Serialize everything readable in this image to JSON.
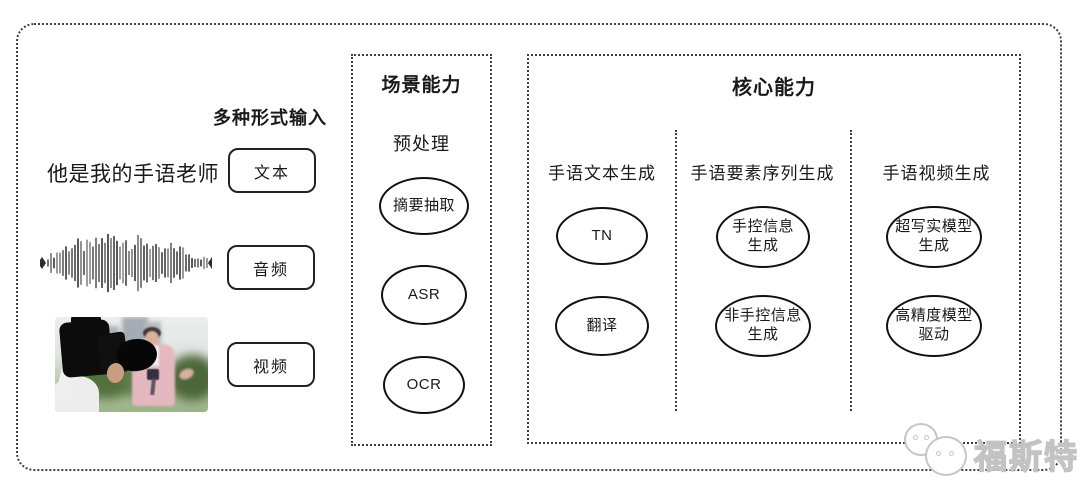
{
  "input_section": {
    "heading": "多种形式输入",
    "sample_text": "他是我的手语老师",
    "items": [
      {
        "label": "文本"
      },
      {
        "label": "音频"
      },
      {
        "label": "视频"
      }
    ]
  },
  "scene_panel": {
    "title": "场景能力",
    "subtitle": "预处理",
    "nodes": [
      "摘要抽取",
      "ASR",
      "OCR"
    ]
  },
  "core_panel": {
    "title": "核心能力",
    "columns": [
      {
        "header": "手语文本生成",
        "nodes": [
          "TN",
          "翻译"
        ]
      },
      {
        "header": "手语要素序列生成",
        "nodes": [
          "手控信息\n生成",
          "非手控信息\n生成"
        ]
      },
      {
        "header": "手语视频生成",
        "nodes": [
          "超写实模型\n生成",
          "高精度模型\n驱动"
        ]
      }
    ]
  },
  "watermark": {
    "text": "福斯特"
  },
  "colors": {
    "ink": "#1a1a1a",
    "border": "#3f3f3f",
    "watermark_gray": "#c6c6c6"
  }
}
